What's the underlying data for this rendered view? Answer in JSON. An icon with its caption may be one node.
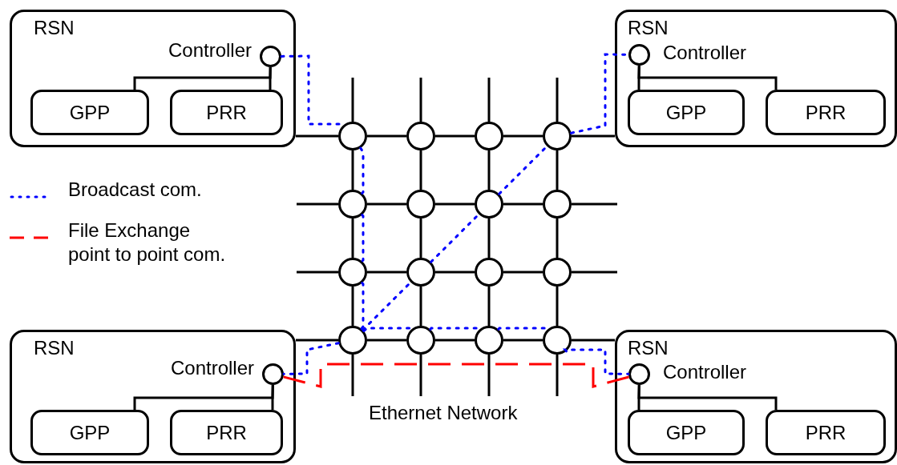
{
  "diagram": {
    "nodes": [
      {
        "text": [
          "RSN"
        ]
      },
      {
        "text": [],
        "shape": "circle",
        "beside": [
          "Controller"
        ],
        "in": 0
      },
      {
        "text": [
          "GPP"
        ],
        "in": 0
      },
      {
        "text": [
          "PRR"
        ],
        "in": 0
      },
      {
        "text": [
          "RSN"
        ]
      },
      {
        "text": [],
        "shape": "circle",
        "beside": [
          "Controller"
        ],
        "in": 4
      },
      {
        "text": [
          "GPP"
        ],
        "in": 4
      },
      {
        "text": [
          "PRR"
        ],
        "in": 4
      },
      {
        "text": [
          "RSN"
        ]
      },
      {
        "text": [],
        "shape": "circle",
        "beside": [
          "Controller"
        ],
        "in": 8
      },
      {
        "text": [
          "GPP"
        ],
        "in": 8
      },
      {
        "text": [
          "PRR"
        ],
        "in": 8
      },
      {
        "text": [
          "RSN"
        ]
      },
      {
        "text": [],
        "shape": "circle",
        "beside": [
          "Controller"
        ],
        "in": 12
      },
      {
        "text": [
          "GPP"
        ],
        "in": 12
      },
      {
        "text": [
          "PRR"
        ],
        "in": 12
      },
      {
        "text": [],
        "shape": "circle"
      },
      {
        "text": [],
        "shape": "circle"
      },
      {
        "text": [],
        "shape": "circle"
      },
      {
        "text": [],
        "shape": "circle"
      },
      {
        "text": [],
        "shape": "circle"
      },
      {
        "text": [],
        "shape": "circle"
      },
      {
        "text": [],
        "shape": "circle"
      },
      {
        "text": [],
        "shape": "circle"
      },
      {
        "text": [],
        "shape": "circle"
      },
      {
        "text": [],
        "shape": "circle"
      },
      {
        "text": [],
        "shape": "circle"
      },
      {
        "text": [],
        "shape": "circle"
      },
      {
        "text": [],
        "shape": "circle"
      },
      {
        "text": [],
        "shape": "circle"
      },
      {
        "text": [],
        "shape": "circle"
      },
      {
        "text": [],
        "shape": "circle"
      }
    ],
    "edges": [
      {
        "from": 1,
        "to": 2,
        "arrow": "none"
      },
      {
        "from": 1,
        "to": 3,
        "arrow": "none"
      },
      {
        "from": 5,
        "to": 6,
        "arrow": "none"
      },
      {
        "from": 5,
        "to": 7,
        "arrow": "none"
      },
      {
        "from": 9,
        "to": 10,
        "arrow": "none"
      },
      {
        "from": 9,
        "to": 11,
        "arrow": "none"
      },
      {
        "from": 13,
        "to": 14,
        "arrow": "none"
      },
      {
        "from": 13,
        "to": 15,
        "arrow": "none"
      },
      {
        "from": 16,
        "to": 17,
        "arrow": "none"
      },
      {
        "from": 17,
        "to": 18,
        "arrow": "none"
      },
      {
        "from": 18,
        "to": 19,
        "arrow": "none"
      },
      {
        "from": 20,
        "to": 21,
        "arrow": "none"
      },
      {
        "from": 21,
        "to": 22,
        "arrow": "none"
      },
      {
        "from": 22,
        "to": 23,
        "arrow": "none"
      },
      {
        "from": 24,
        "to": 25,
        "arrow": "none"
      },
      {
        "from": 25,
        "to": 26,
        "arrow": "none"
      },
      {
        "from": 26,
        "to": 27,
        "arrow": "none"
      },
      {
        "from": 28,
        "to": 29,
        "arrow": "none"
      },
      {
        "from": 29,
        "to": 30,
        "arrow": "none"
      },
      {
        "from": 30,
        "to": 31,
        "arrow": "none"
      },
      {
        "from": 16,
        "to": 20,
        "arrow": "none"
      },
      {
        "from": 20,
        "to": 24,
        "arrow": "none"
      },
      {
        "from": 24,
        "to": 28,
        "arrow": "none"
      },
      {
        "from": 17,
        "to": 21,
        "arrow": "none"
      },
      {
        "from": 21,
        "to": 25,
        "arrow": "none"
      },
      {
        "from": 25,
        "to": 29,
        "arrow": "none"
      },
      {
        "from": 18,
        "to": 22,
        "arrow": "none"
      },
      {
        "from": 22,
        "to": 26,
        "arrow": "none"
      },
      {
        "from": 26,
        "to": 30,
        "arrow": "none"
      },
      {
        "from": 19,
        "to": 23,
        "arrow": "none"
      },
      {
        "from": 23,
        "to": 27,
        "arrow": "none"
      },
      {
        "from": 27,
        "to": 31,
        "arrow": "none"
      },
      {
        "from": 0,
        "to": 16,
        "arrow": "none"
      },
      {
        "from": 19,
        "to": 4,
        "arrow": "none"
      },
      {
        "from": 8,
        "to": 28,
        "arrow": "none"
      },
      {
        "from": 31,
        "to": 12,
        "arrow": "none"
      },
      {
        "from": 16,
        "to": null,
        "arrow": "none"
      },
      {
        "from": 17,
        "to": null,
        "arrow": "none"
      },
      {
        "from": 18,
        "to": null,
        "arrow": "none"
      },
      {
        "from": 19,
        "to": null,
        "arrow": "none"
      },
      {
        "from": 28,
        "to": null,
        "arrow": "none"
      },
      {
        "from": 29,
        "to": null,
        "arrow": "none"
      },
      {
        "from": 30,
        "to": null,
        "arrow": "none"
      },
      {
        "from": 31,
        "to": null,
        "arrow": "none"
      },
      {
        "from": null,
        "to": 20,
        "arrow": "none"
      },
      {
        "from": 23,
        "to": null,
        "arrow": "none"
      },
      {
        "from": null,
        "to": 24,
        "arrow": "none"
      },
      {
        "from": 27,
        "to": null,
        "arrow": "none"
      },
      {
        "from": 1,
        "to": 16,
        "arrow": "none",
        "style": "dashed",
        "color": "#0000ff"
      },
      {
        "from": 16,
        "to": 20,
        "arrow": "none",
        "style": "dashed",
        "color": "#0000ff"
      },
      {
        "from": 20,
        "to": 24,
        "arrow": "none",
        "style": "dashed",
        "color": "#0000ff"
      },
      {
        "from": 24,
        "to": 28,
        "arrow": "none",
        "style": "dashed",
        "color": "#0000ff"
      },
      {
        "from": 28,
        "to": 29,
        "arrow": "none",
        "style": "dashed",
        "color": "#0000ff"
      },
      {
        "from": 29,
        "to": 30,
        "arrow": "none",
        "style": "dashed",
        "color": "#0000ff"
      },
      {
        "from": 30,
        "to": 31,
        "arrow": "none",
        "style": "dashed",
        "color": "#0000ff"
      },
      {
        "from": 31,
        "to": 13,
        "arrow": "none",
        "style": "dashed",
        "color": "#0000ff"
      },
      {
        "from": 28,
        "to": 25,
        "arrow": "none",
        "style": "dashed",
        "color": "#0000ff"
      },
      {
        "from": 25,
        "to": 22,
        "arrow": "none",
        "style": "dashed",
        "color": "#0000ff"
      },
      {
        "from": 22,
        "to": 19,
        "arrow": "none",
        "style": "dashed",
        "color": "#0000ff"
      },
      {
        "from": 19,
        "to": 5,
        "arrow": "none",
        "style": "dashed",
        "color": "#0000ff"
      },
      {
        "from": 28,
        "to": 9,
        "arrow": "none",
        "style": "dashed",
        "color": "#0000ff"
      },
      {
        "from": 9,
        "to": 13,
        "arrow": "none",
        "style": "dashed",
        "color": "#ff0000"
      }
    ],
    "labels": [
      "Ethernet Network"
    ],
    "legend": [
      {
        "text": "Broadcast com.",
        "color": "#0000ff"
      },
      {
        "text": "File Exchange point to point com.",
        "color": "#ff0000"
      }
    ]
  }
}
